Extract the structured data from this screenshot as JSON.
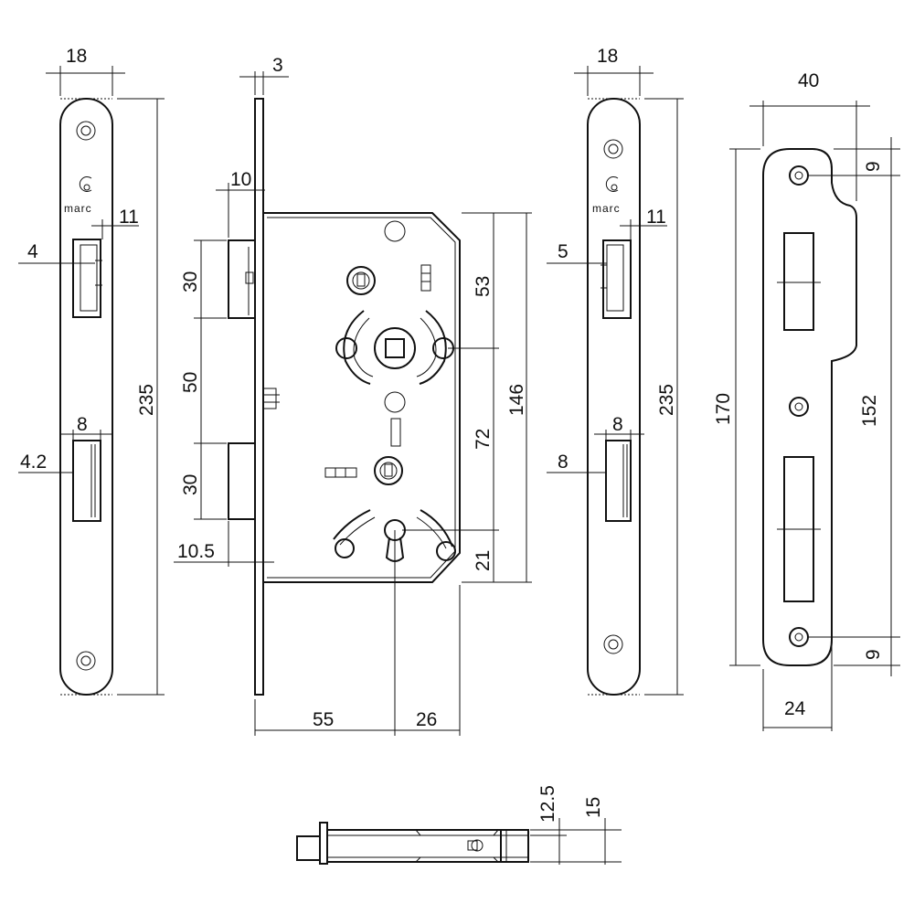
{
  "drawing": {
    "faceplate_left": {
      "width_dim": "18",
      "height_dim": "235",
      "brand_text": "marc",
      "latch_offset_dim": "11",
      "latch_gap_dim": "4",
      "bolt_width_dim": "8",
      "bolt_gap_dim": "4.2"
    },
    "lock_body": {
      "plate_thickness_dim": "3",
      "latch_projection_dim": "10",
      "latch_height_dim": "30",
      "spacing_dim": "50",
      "bolt_height_dim": "30",
      "bolt_projection_dim": "10.5",
      "backset_dim": "55",
      "depth_dim": "26",
      "upper_dim": "53",
      "center_distance_dim": "72",
      "body_height_dim": "146",
      "lower_dim": "21"
    },
    "faceplate_right": {
      "width_dim": "18",
      "height_dim": "235",
      "brand_text": "marc",
      "latch_offset_dim": "11",
      "latch_gap_dim": "5",
      "bolt_width_dim": "8",
      "bolt_gap_dim": "8"
    },
    "strike_plate": {
      "width_dim": "40",
      "height_dim": "170",
      "hole_spacing_dim": "152",
      "top_dim": "9",
      "bottom_dim": "9",
      "bottom_width_dim": "24"
    },
    "side_view": {
      "thickness_inner_dim": "12.5",
      "thickness_outer_dim": "15"
    }
  }
}
